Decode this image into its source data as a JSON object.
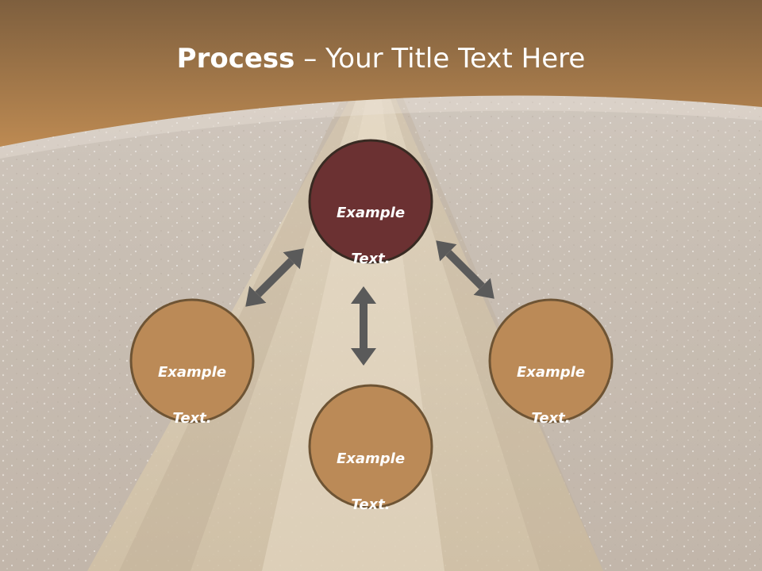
{
  "title": {
    "bold": "Process",
    "dash": " – ",
    "rest": "Your Title Text Here"
  },
  "nodes": [
    {
      "id": "top",
      "line1": "Example",
      "line2": "Text.",
      "fill": "#6b3132"
    },
    {
      "id": "left",
      "line1": "Example",
      "line2": "Text.",
      "fill": "#bb8a57"
    },
    {
      "id": "bottom",
      "line1": "Example",
      "line2": "Text.",
      "fill": "#bb8a57"
    },
    {
      "id": "right",
      "line1": "Example",
      "line2": "Text.",
      "fill": "#bb8a57"
    }
  ],
  "colors": {
    "header_top": "#7e5f3e",
    "header_bottom": "#bd8a52",
    "circle_stroke": "#382a22",
    "arrow": "#5a5a5a",
    "background": "#c8bcb0"
  }
}
